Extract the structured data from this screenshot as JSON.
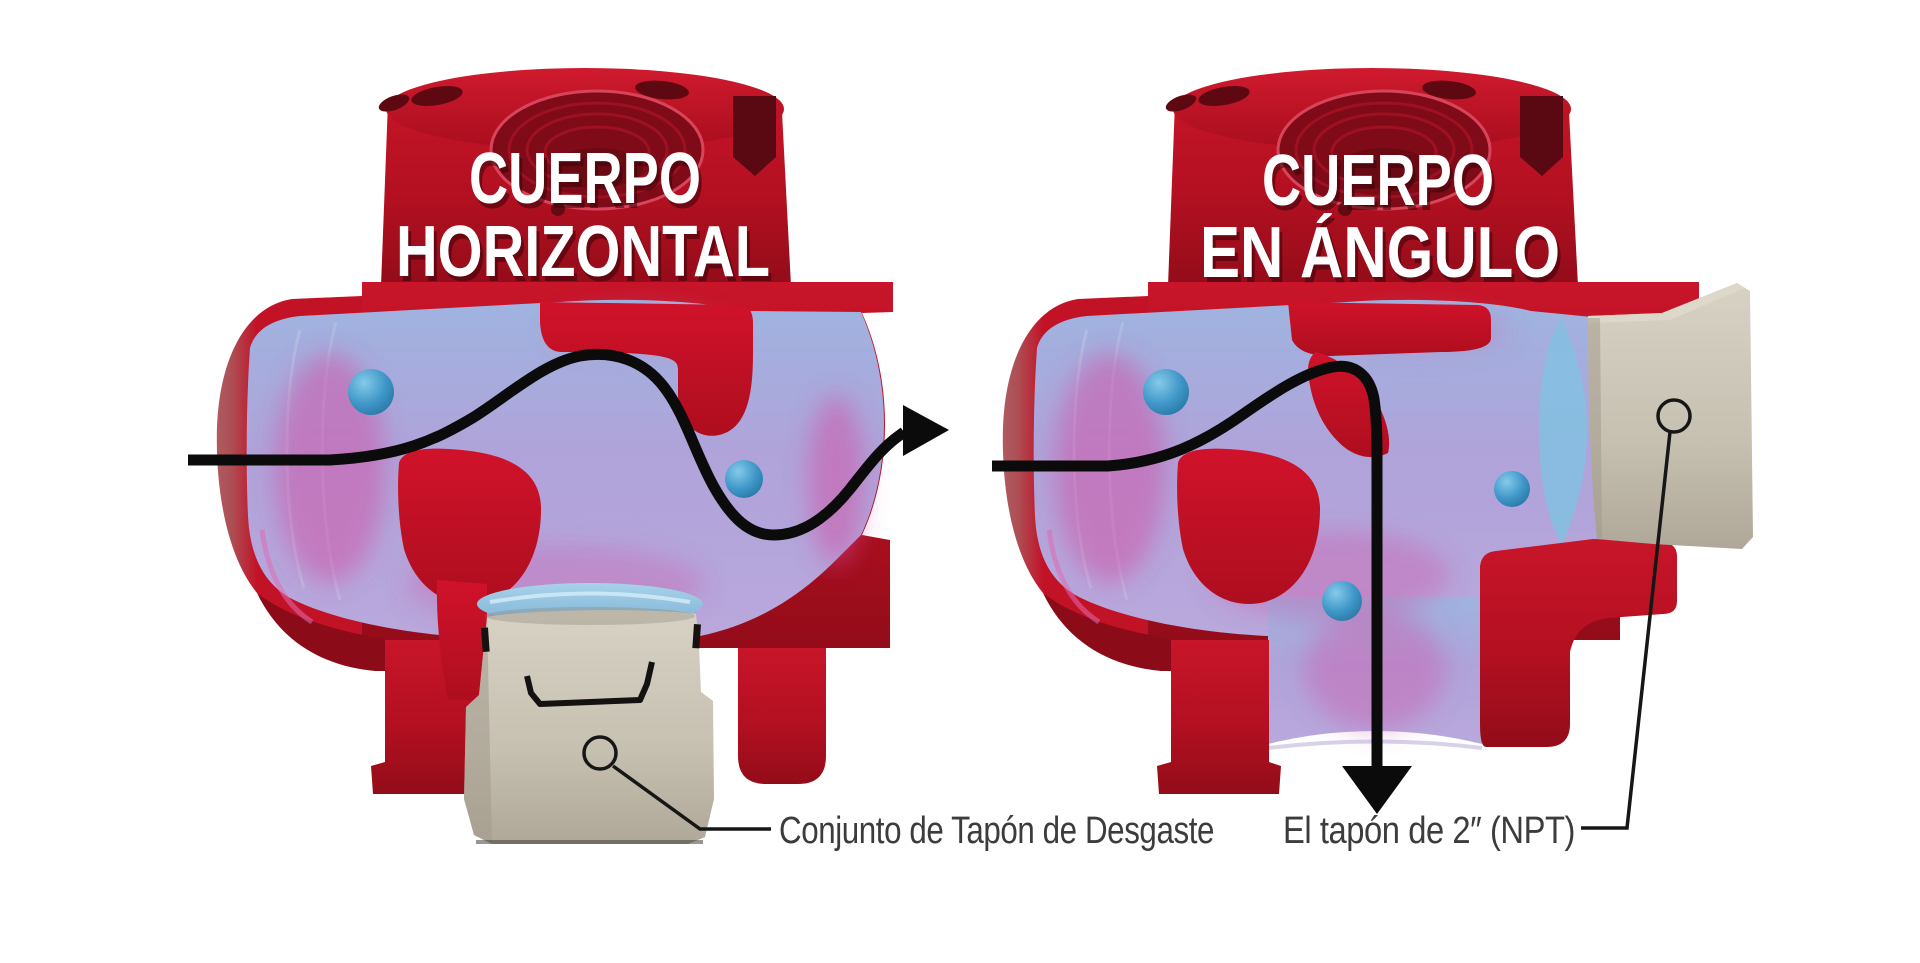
{
  "page": {
    "background": "#FFFFFF"
  },
  "figures": {
    "left": {
      "title_line1": "CUERPO",
      "title_line2": "HORIZONTAL"
    },
    "right": {
      "title_line1": "CUERPO",
      "title_line2": "EN ÁNGULO"
    }
  },
  "callouts": {
    "wear_plug": {
      "label": "Conjunto de Tapón de Desgaste"
    },
    "npt_plug": {
      "label": "El tapón de 2″ (NPT)"
    }
  },
  "icons": {
    "arrow_right": "▶",
    "arrow_down": "▼",
    "circle_marker": "○"
  },
  "colors": {
    "background": "#FFFFFF",
    "body_red": "#B81022",
    "body_red_dark": "#8E0C19",
    "cut_red": "#CE1128",
    "rim_red": "#AD4F56",
    "slot_dark": "#5A0912",
    "bore_lavender": "#AFA3DA",
    "bore_periwinkle": "#9FB4E0",
    "magenta_glow": "#D14FA4",
    "hole_blue": "#3F97C8",
    "dome_blue": "#93C4E2",
    "plug_tan": "#C6C0B1",
    "plug_tan_shadow": "#A29B8C",
    "flow_black": "#0B0B0B",
    "leader_black": "#161616",
    "title_white": "#FFFFFF",
    "title_shadow": "#3A0308",
    "label_gray": "#3C3C3C"
  }
}
